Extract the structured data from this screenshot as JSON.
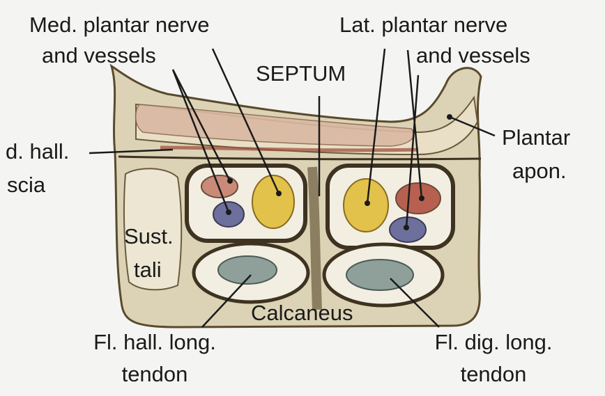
{
  "labels": {
    "med_plantar_1": "Med. plantar nerve",
    "med_plantar_2": "and vessels",
    "lat_plantar_1": "Lat. plantar nerve",
    "lat_plantar_2": "and vessels",
    "septum": "SEPTUM",
    "fascia_1": "d. hall.",
    "fascia_2": "scia",
    "plantar_apon_1": "Plantar",
    "plantar_apon_2": "apon.",
    "sust_1": "Sust.",
    "sust_2": "tali",
    "calcaneus": "Calcaneus",
    "fhl_1": "Fl. hall. long.",
    "fhl_2": "tendon",
    "fdl_1": "Fl. dig. long.",
    "fdl_2": "tendon"
  },
  "colors": {
    "background": "#f4f4f2",
    "outline": "#5a4a2c",
    "tissue": "#dcd3b6",
    "muscle": "#c98a78",
    "nerve_yellow": "#e2c24a",
    "artery_red": "#b86050",
    "vein_blue": "#6d6f9c",
    "tendon": "#8fa09a",
    "leader_line": "#1a1a1a"
  }
}
